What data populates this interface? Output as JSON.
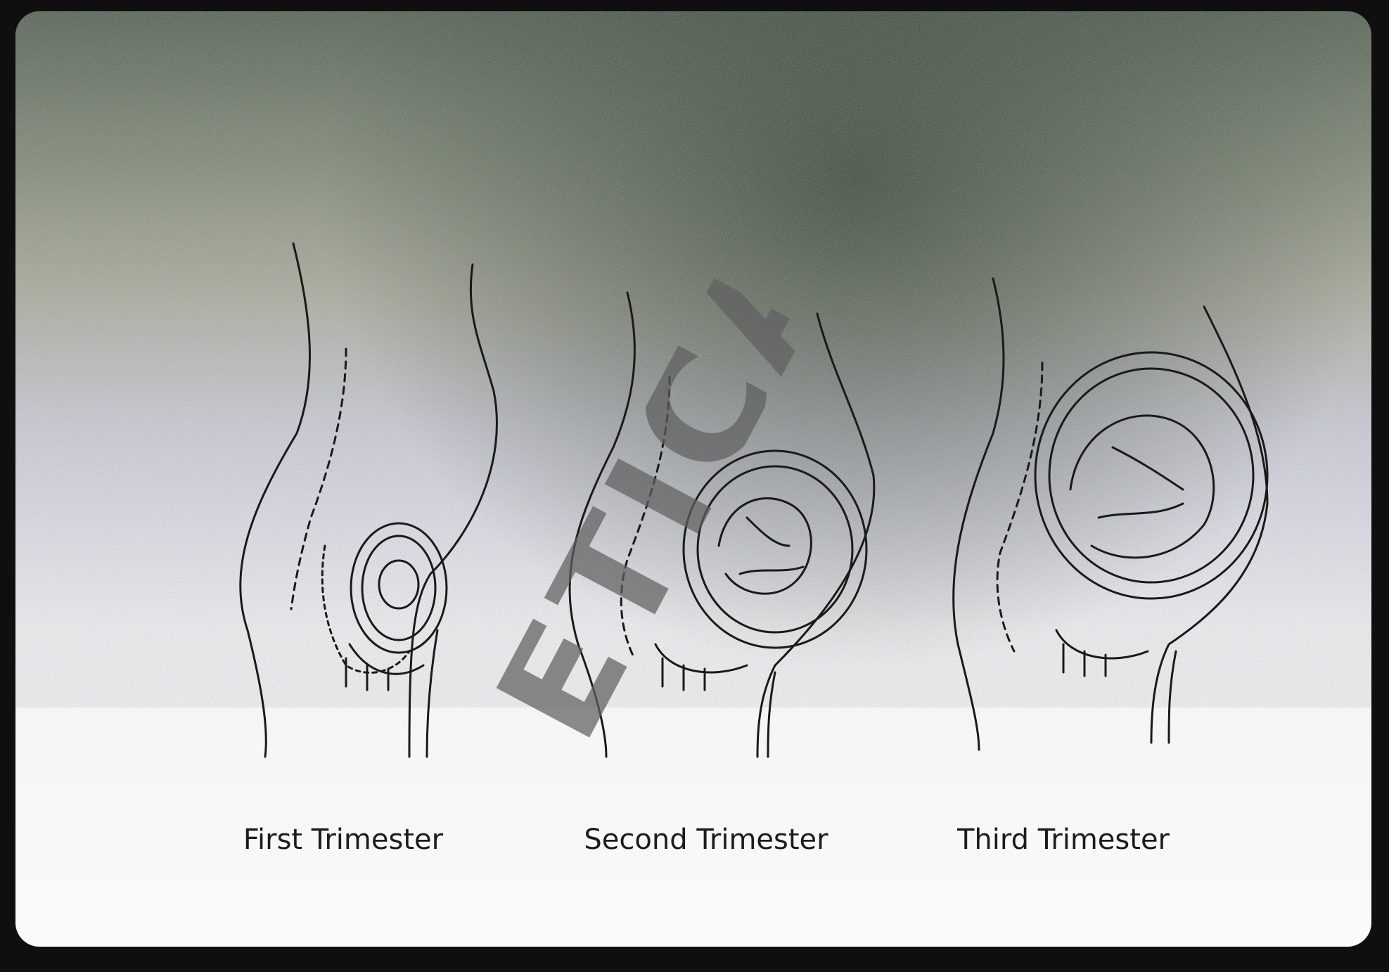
{
  "panels": [
    {
      "label": "First Trimester"
    },
    {
      "label": "Second Trimester"
    },
    {
      "label": "Third Trimester"
    }
  ],
  "watermark": {
    "text": "ETICAL"
  },
  "colors": {
    "outline": "#1a1a1a",
    "border": "#0f0f0f",
    "watermark": "#5f5f5f"
  }
}
